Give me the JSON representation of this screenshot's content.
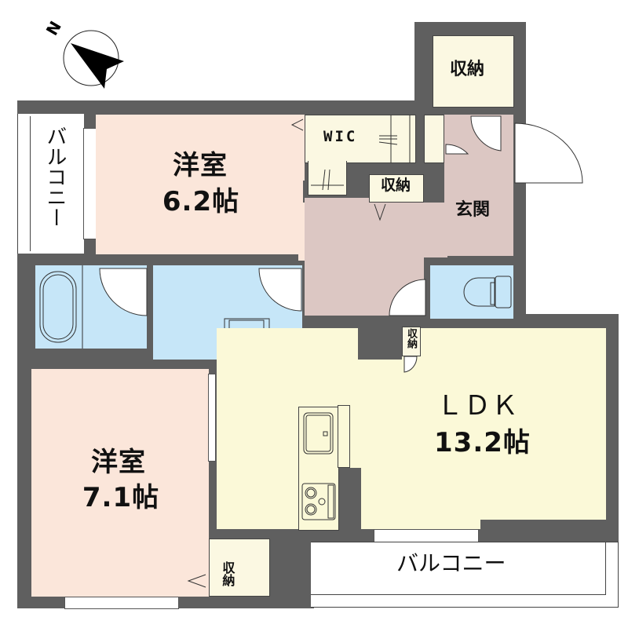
{
  "compass": {
    "label": "N",
    "icon": "north-arrow-icon"
  },
  "rooms": {
    "western_room_1": {
      "name": "洋室",
      "size": "6.2帖"
    },
    "western_room_2": {
      "name": "洋室",
      "size": "7.1帖"
    },
    "ldk": {
      "name": "ＬＤＫ",
      "size": "13.2帖"
    },
    "entrance": {
      "name": "玄関"
    },
    "wic": {
      "name": "WIC"
    },
    "storage_top": {
      "name": "収納"
    },
    "storage_hall": {
      "name": "収納"
    },
    "storage_ldk": {
      "name": "収納"
    },
    "storage_room2": {
      "name": "収納"
    },
    "balcony_west": {
      "name": "バルコニー"
    },
    "balcony_south": {
      "name": "バルコニー"
    }
  },
  "fixtures": {
    "bathtub": "bathtub",
    "washbasin": "washbasin",
    "toilet": "toilet",
    "kitchen_sink": "kitchen-sink",
    "stove": "stove"
  },
  "colors": {
    "wall": "#5f5f5f",
    "western_room": "#fbe6da",
    "ldk": "#fbf9d8",
    "wet_area": "#c6e6f8",
    "hall": "#dcc7c3",
    "storage": "#fbf8e2"
  }
}
